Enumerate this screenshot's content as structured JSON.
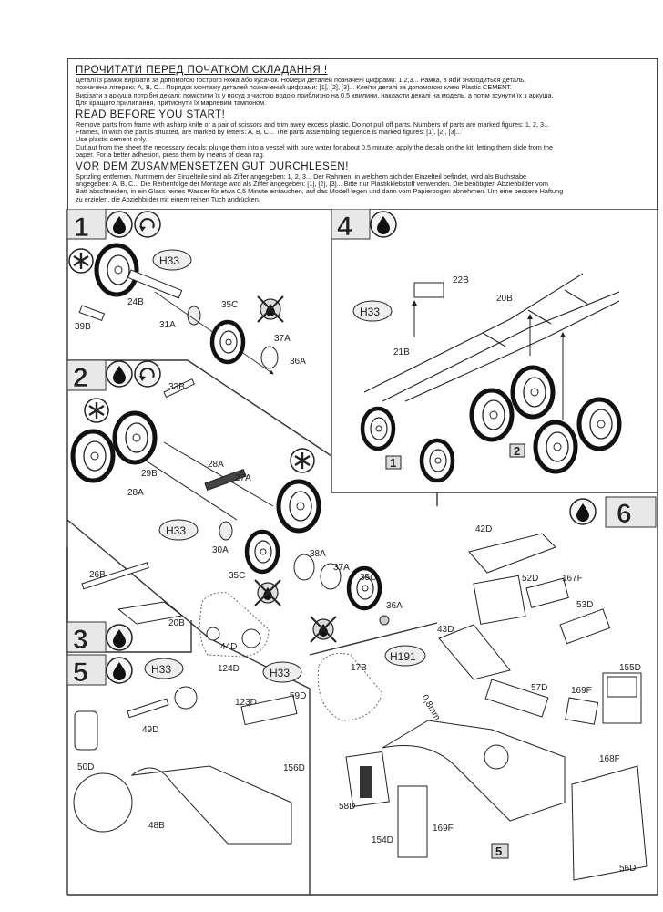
{
  "header": {
    "ua_title": "ПРОЧИТАТИ  ПЕРЕД  ПОЧАТКОМ СКЛАДАННЯ !",
    "ua_lines": [
      "Деталі із рамок вирізати за допомогою гострого ножа або кусачок. Номери деталей позначені цифрами: 1,2,3...  Рамка, в якій знаходиться деталь,",
      "позначена літерою: A, B, C... Порядок монтажу деталей позначений цифрами: [1], [2], [3]...  Клеїти деталі за допомогою клею Plastic CEMENT.",
      "Вирізати з аркуша потрібні декалі; помістити їх у посуд з чистою водою приблизно на 0,5 хвилини, накласти декалі на модель, а потім зсунути їх з аркуша.",
      "Для  кращого  прилипання,  притиснути  їх  марлевим тампоном."
    ],
    "en_title": "READ BEFORE YOU START!",
    "en_lines": [
      "Remove parts from frame with asharp knife or a pair of scissors and trim  awey excess plastic. Do not pull off parts. Numbers of parts are marked figures: 1, 2, 3...",
      "Frames, in wich the part is situated, are marked  by letters:  A, B, C... The parts assembling seguence is marked figures: [1], [2], [3]...",
      " Use plastic cement only.",
      "Cut aut from the sheet the necessary decals; plunge them into a vessel with  pure water for about 0,5 minute; apply  the decals on the kit, letting them slide from the",
      "paper. For a better adhesion,  press them by means of clean rag."
    ],
    "de_title": "VOR DEM ZUSAMMENSETZEN GUT DURCHLESEN!",
    "de_lines": [
      "Sprizling entfernen. Nummern der Einzelteile sind als Ziffer angegeben: 1, 2, 3...  Der Rahmen, in welchem sich der Einzelteil befindet, wird als Buchstabe",
      "angegeben: A, B, C... Die Reihenfolge der Montage wird als  Ziffer angegeben: [1], [2], [3]... Bitte nur Plastikklebstoff verwenden. Die benötigten Abziehbilder vom",
      "Batt abschneiden, in ein Glass reines Wasser für etwa 0,5 Minute  eintauchen, auf das Modell legen und dann vom Papierbogen abnehmen.  Um eine bessere Haftung",
      "zu erzielen, die Abziehbilder mit einem reinen  Tuch andrücken."
    ]
  },
  "steps": {
    "s1": {
      "number": "1",
      "icons": [
        "glue-drop-icon",
        "rotate-icon"
      ],
      "parts": {
        "paint": "H33",
        "p24B": "24B",
        "p39B": "39B",
        "p31A": "31A",
        "p35C": "35C",
        "p37A": "37A",
        "p36A": "36A"
      }
    },
    "s2": {
      "number": "2",
      "icons": [
        "glue-drop-icon",
        "rotate-icon"
      ],
      "parts": {
        "p33B": "33B",
        "p29B": "29B",
        "p28A_1": "28A",
        "p28A_2": "28A",
        "p27A": "27A",
        "paint": "H33",
        "p30A": "30A",
        "p35C_1": "35C",
        "p38A": "38A",
        "p37A": "37A",
        "p35C_2": "35C",
        "p36A": "36A"
      }
    },
    "s3": {
      "number": "3",
      "icons": [
        "glue-drop-icon"
      ],
      "parts": {
        "p26B": "26B",
        "p20B": "20B",
        "p44D": "44D"
      }
    },
    "s4": {
      "number": "4",
      "icons": [
        "glue-drop-icon"
      ],
      "parts": {
        "p22B": "22B",
        "p20B": "20B",
        "paint": "H33",
        "p21B": "21B"
      },
      "refs": [
        "1",
        "2"
      ]
    },
    "s5": {
      "number": "5",
      "icons": [
        "glue-drop-icon"
      ],
      "parts": {
        "paint1": "H33",
        "paint2": "H33",
        "p124D": "124D",
        "p123D": "123D",
        "p59D": "59D",
        "p49D": "49D",
        "p50D": "50D",
        "p156D": "156D",
        "p48B": "48B"
      }
    },
    "s6": {
      "number": "6",
      "icons": [
        "glue-drop-icon"
      ],
      "parts": {
        "p42D": "42D",
        "p52D": "52D",
        "p167F": "167F",
        "p53D": "53D",
        "p43D": "43D",
        "paint": "H191",
        "p17B": "17B",
        "dim": "0,8mm",
        "p57D": "57D",
        "p155D": "155D",
        "p169F_1": "169F",
        "p168F": "168F",
        "p58D": "58D",
        "p154D": "154D",
        "p169F_2": "169F",
        "p56D": "56D"
      },
      "refs": [
        "5"
      ]
    }
  },
  "symbols": {
    "wheel_marker": "spoke-asterisk",
    "no_glue": "no-glue-crossed"
  }
}
